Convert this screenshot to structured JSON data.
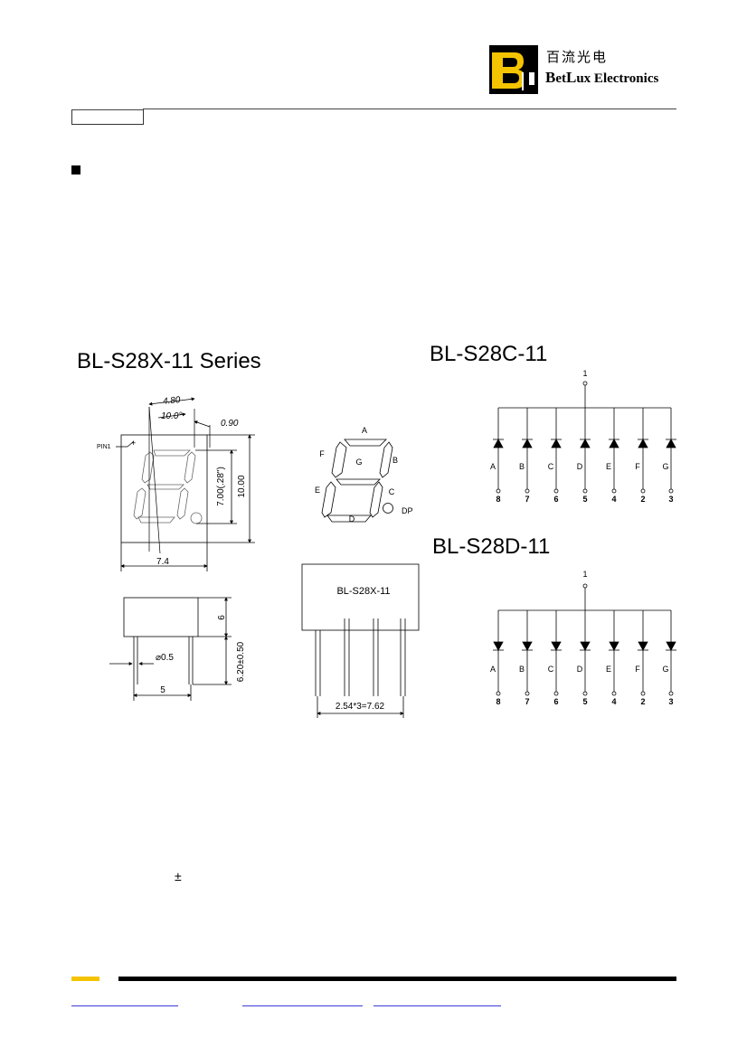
{
  "header": {
    "brand_cn": "百流光电",
    "brand_en_b": "B",
    "brand_en_et": "et",
    "brand_en_l": "L",
    "brand_en_rest": "ux Electronics"
  },
  "titles": {
    "series": "BL-S28X-11 Series",
    "common_cathode": "BL-S28C-11",
    "common_anode": "BL-S28D-11"
  },
  "front_view": {
    "pin1": "PIN1",
    "plus_mark": "+",
    "dim_480": "4.80",
    "dim_angle": "10.0°",
    "dim_090": "0.90",
    "dim_700": "7.00(.28\")",
    "dim_1000": "10.00",
    "dim_74": "7.4"
  },
  "segment_labels": {
    "a": "A",
    "b": "B",
    "c": "C",
    "d": "D",
    "e": "E",
    "f": "F",
    "g": "G",
    "dp": "DP"
  },
  "side_view": {
    "dim_6": "6",
    "dim_pin_dia": "⌀0.5",
    "dim_lead": "6.20±0.50",
    "dim_5": "5"
  },
  "package_view": {
    "part_label": "BL-S28X-11",
    "pitch": "2.54*3=7.62"
  },
  "circuit": {
    "common_pin": "1",
    "segments": [
      "A",
      "B",
      "C",
      "D",
      "E",
      "F",
      "G"
    ],
    "pins": [
      "8",
      "7",
      "6",
      "5",
      "4",
      "2",
      "3"
    ]
  },
  "misc": {
    "pm": "±"
  },
  "colors": {
    "brand_yellow": "#f5c400",
    "brand_black": "#000000",
    "link_blue": "#3b3bd6"
  }
}
